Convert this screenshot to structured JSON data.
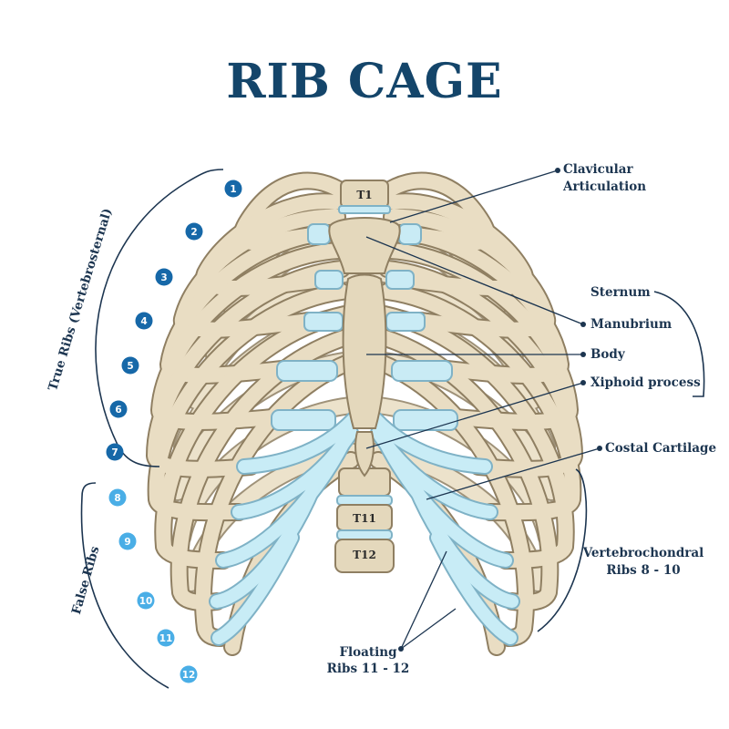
{
  "title": "RIB CAGE",
  "vertebrae": {
    "t1": "T1",
    "t11": "T11",
    "t12": "T12"
  },
  "rib_numbers": [
    "1",
    "2",
    "3",
    "4",
    "5",
    "6",
    "7",
    "8",
    "9",
    "10",
    "11",
    "12"
  ],
  "colors": {
    "true_rib_marker": "#1668a8",
    "false_rib_marker": "#4aaee6",
    "title": "#14456a",
    "bone": "#e4d8bc",
    "cartilage": "#c9ebf5"
  },
  "labels": {
    "clavicular_1": "Clavicular",
    "clavicular_2": "Articulation",
    "sternum": "Sternum",
    "manubrium": "Manubrium",
    "body": "Body",
    "xiphoid": "Xiphoid process",
    "costal": "Costal Cartilage",
    "vertebrochondral_1": "Vertebrochondral",
    "vertebrochondral_2": "Ribs 8 - 10",
    "floating_1": "Floating",
    "floating_2": "Ribs 11 - 12",
    "true_ribs": "True Ribs (Vertebrosternal)",
    "false_ribs": "False Ribs"
  }
}
